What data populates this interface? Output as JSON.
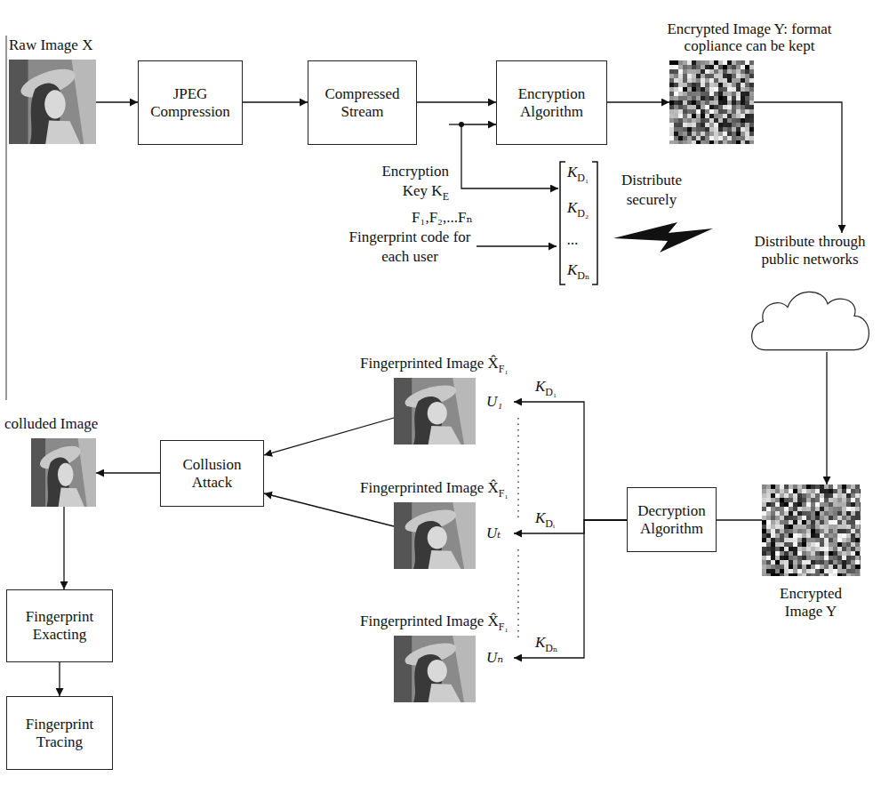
{
  "diagram": {
    "nodes": [
      {
        "text": [
          "Raw Image X"
        ]
      },
      {
        "text": [
          "JPEG Compression"
        ]
      },
      {
        "text": [
          "Compressed Stream"
        ]
      },
      {
        "text": [
          "Encryption Algorithm"
        ]
      },
      {
        "text": [
          "Encrypted Image Y: format copliance can be kept"
        ]
      },
      {
        "text": [
          "K",
          "D₁",
          "K",
          "D₂",
          "...",
          "K",
          "Dₙ"
        ]
      },
      {
        "text": [
          "Distribute through public networks"
        ]
      },
      {
        "text": [
          "Fingerprinted Image X̂",
          "F₁"
        ]
      },
      {
        "text": [
          "Fingerprinted Image X̂",
          "F₁"
        ]
      },
      {
        "text": [
          "Fingerprinted Image X̂",
          "F₁"
        ]
      },
      {
        "text": [
          "colluded Image"
        ]
      },
      {
        "text": [
          "Collusion Attack"
        ]
      },
      {
        "text": [
          "Decryption Algorithm"
        ]
      },
      {
        "text": [
          "Encrypted Image Y"
        ]
      },
      {
        "text": [
          "Fingerprint Exacting"
        ]
      },
      {
        "text": [
          "Fingerprint Tracing"
        ]
      }
    ],
    "edges": [
      {
        "from": 0,
        "to": 1,
        "arrow": "to"
      },
      {
        "from": 1,
        "to": 2,
        "arrow": "to"
      },
      {
        "from": 2,
        "to": 3,
        "arrow": "to"
      },
      {
        "from": 3,
        "to": 4,
        "arrow": "to"
      },
      {
        "from": 3,
        "to": 5,
        "arrow": "both"
      },
      {
        "from": 4,
        "to": 6,
        "arrow": "to"
      },
      {
        "from": 6,
        "to": 13,
        "arrow": "to"
      },
      {
        "from": 13,
        "to": 12,
        "arrow": "none"
      },
      {
        "from": 12,
        "to": 7,
        "arrow": "to"
      },
      {
        "from": 12,
        "to": 8,
        "arrow": "to"
      },
      {
        "from": 12,
        "to": 9,
        "arrow": "to"
      },
      {
        "from": 7,
        "to": 11,
        "arrow": "to"
      },
      {
        "from": 8,
        "to": 11,
        "arrow": "to"
      },
      {
        "from": 11,
        "to": 10,
        "arrow": "to"
      },
      {
        "from": 10,
        "to": 14,
        "arrow": "to"
      },
      {
        "from": 14,
        "to": 15,
        "arrow": "to"
      }
    ],
    "labels": [
      "Encryption Key K",
      "E",
      "F₁,F₂,...Fₙ",
      "Fingerprint code for each user",
      "Distribute securely",
      "U₁",
      "K",
      "D₁",
      "Uₜ",
      "K",
      "Dᵢ",
      "Uₙ",
      "K",
      "Dₙ"
    ]
  }
}
